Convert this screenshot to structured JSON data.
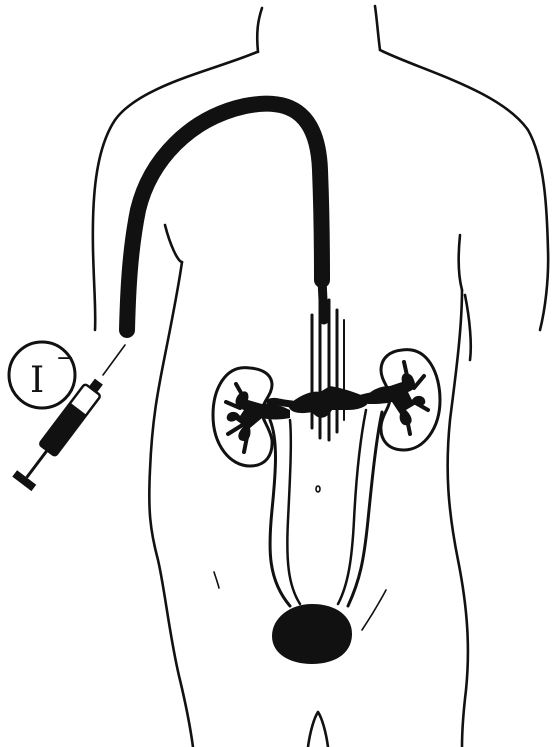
{
  "diagram": {
    "injection_label": {
      "symbol": "I",
      "charge": "−"
    },
    "ink_color": "#111111",
    "background_color": "#ffffff",
    "parts": [
      "torso-outline",
      "tube",
      "syringe",
      "left-kidney",
      "right-kidney",
      "abdominal-aorta",
      "ureters",
      "bladder"
    ]
  }
}
